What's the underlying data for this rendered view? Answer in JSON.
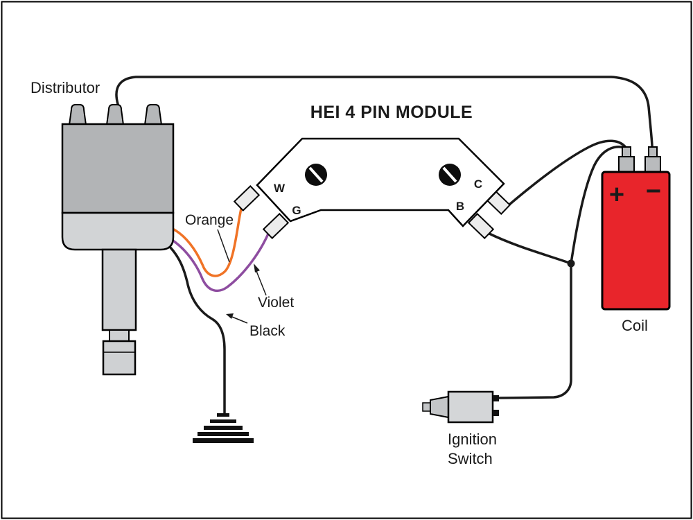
{
  "title": "HEI 4 PIN MODULE",
  "distributor": {
    "label": "Distributor"
  },
  "coil": {
    "label": "Coil",
    "plus_symbol": "+",
    "minus_symbol": "−"
  },
  "ignition_switch": {
    "label_line1": "Ignition",
    "label_line2": "Switch"
  },
  "terminals": {
    "w": "W",
    "g": "G",
    "c": "C",
    "b": "B"
  },
  "wires": {
    "orange_label": "Orange",
    "violet_label": "Violet",
    "black_label": "Black"
  },
  "colors": {
    "orange_wire": "#f07326",
    "violet_wire": "#8e4da0",
    "black_wire": "#1a1a1a",
    "coil_red": "#e8252b",
    "metal_gray": "#c2c4c6",
    "light_gray": "#d5d7d9"
  }
}
